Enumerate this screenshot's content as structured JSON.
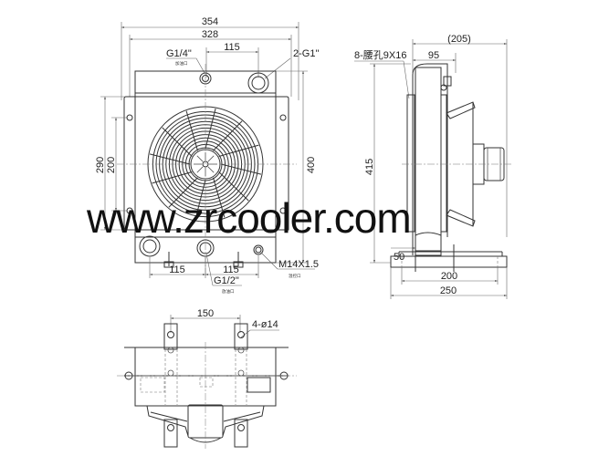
{
  "watermark": "www.zrcooler.com",
  "front_view": {
    "dim_overall_width": "354",
    "dim_core_width": "328",
    "dim_port_spacing_top": "115",
    "label_top_port": "G1/4\"",
    "label_top_port_note": "加油口",
    "label_main_ports": "2-G1\"",
    "dim_height_left_outer": "290",
    "dim_height_left_inner": "200",
    "dim_height_right": "400",
    "dim_bottom_left": "115",
    "dim_bottom_right": "115",
    "label_drain_port": "G1/2\"",
    "label_drain_port_note": "放油口",
    "label_sensor_port": "M14X1.5",
    "label_sensor_port_note": "温控口"
  },
  "side_view": {
    "dim_depth_total": "(205)",
    "dim_core_depth": "95",
    "label_slots": "8-腰孔9X16",
    "dim_height": "415",
    "dim_base_offset": "50",
    "dim_base_hole_span": "200",
    "dim_base_width": "250"
  },
  "bottom_view": {
    "dim_hole_spacing": "150",
    "label_holes": "4-ø14"
  }
}
